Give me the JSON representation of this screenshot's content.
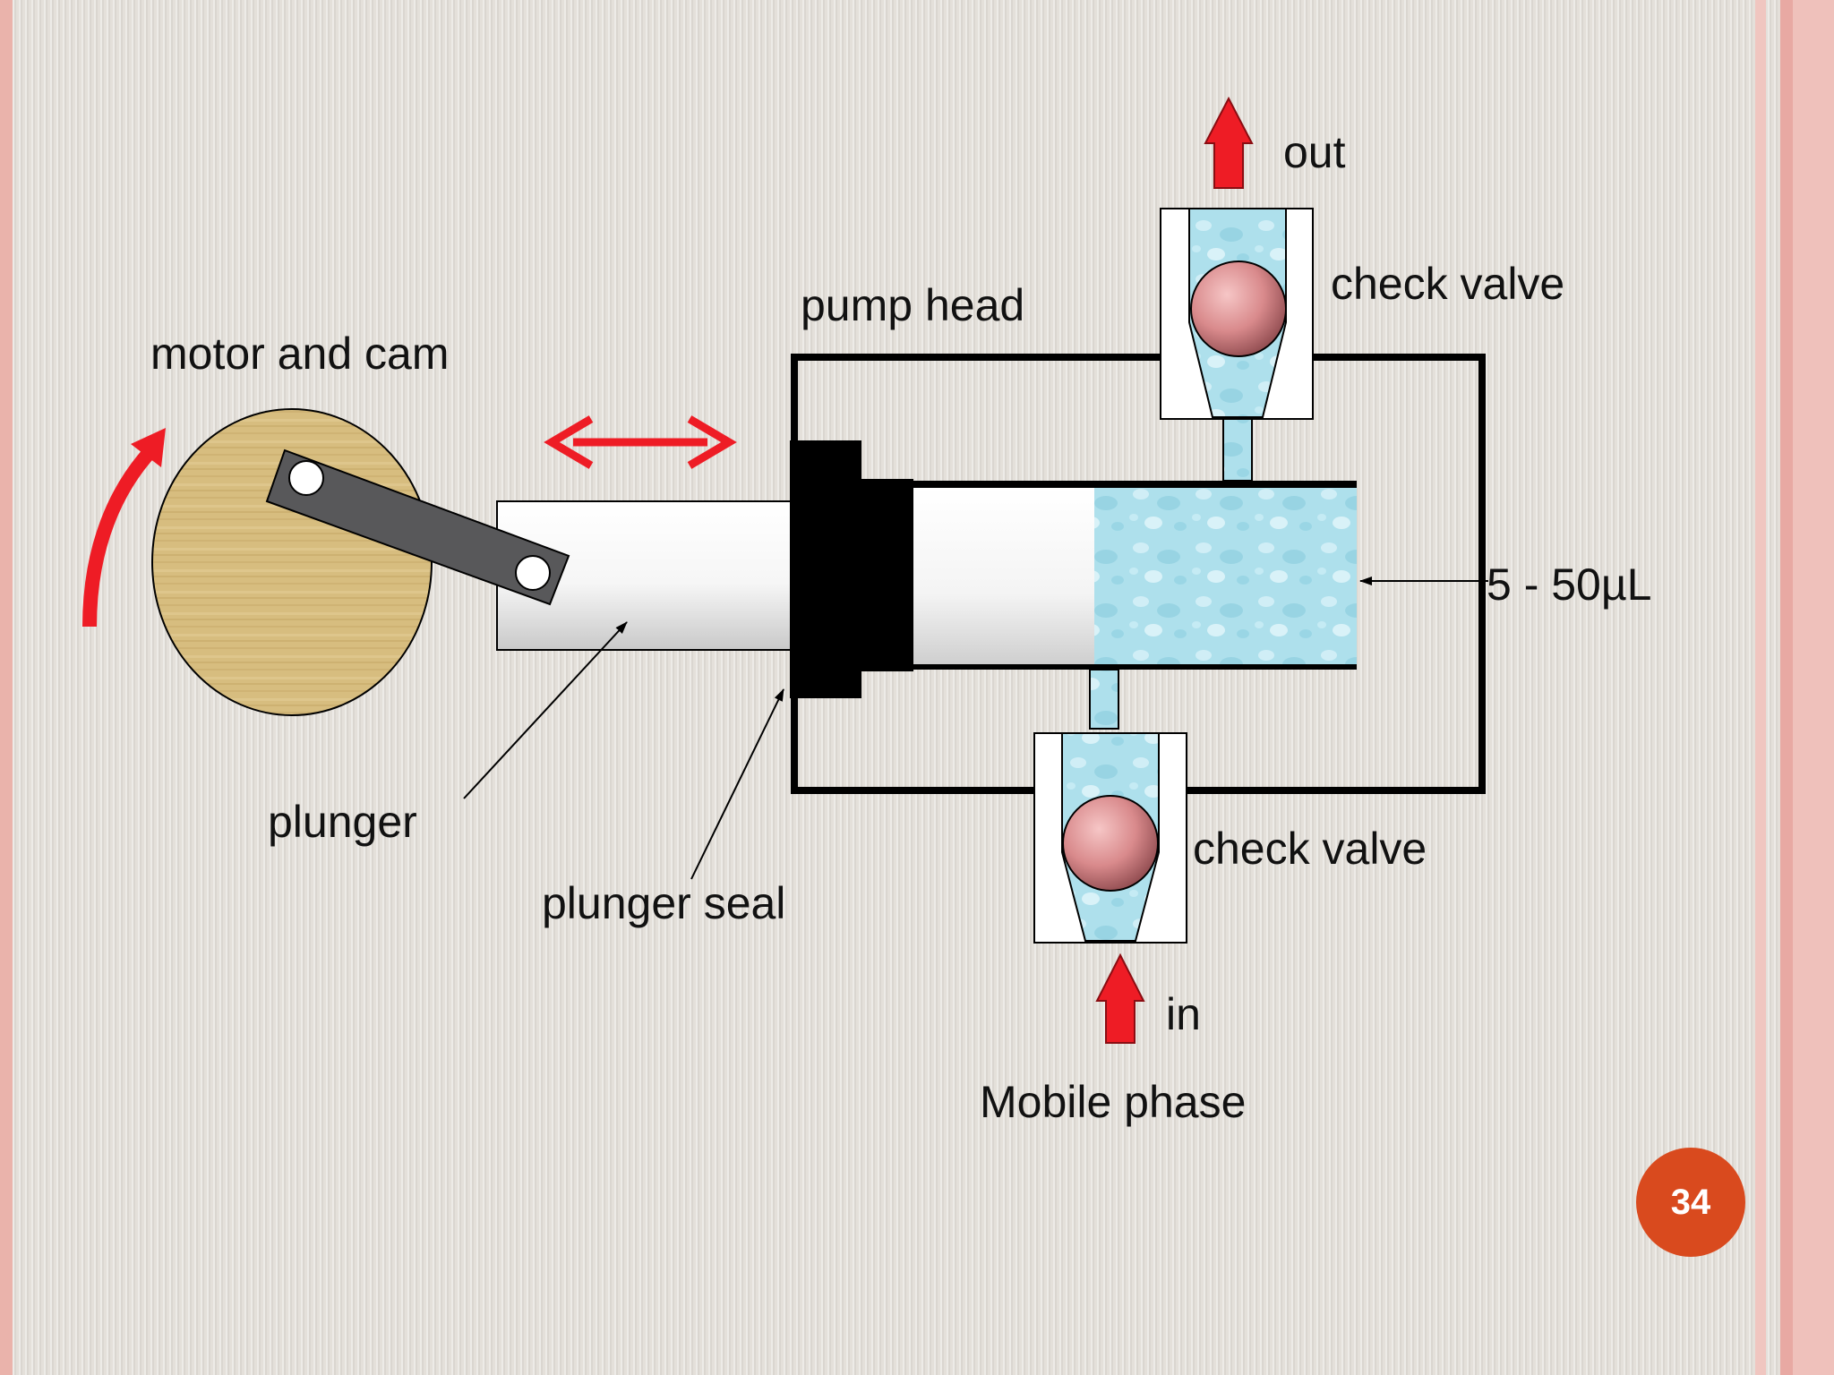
{
  "labels": {
    "motor_and_cam": "motor and cam",
    "pump_head": "pump head",
    "out": "out",
    "check_valve_top": "check valve",
    "check_valve_bottom": "check valve",
    "volume": "5 - 50µL",
    "plunger": "plunger",
    "plunger_seal": "plunger seal",
    "in": "in",
    "mobile_phase": "Mobile phase"
  },
  "page_number": "34",
  "colors": {
    "arrow_red": "#ee1c25",
    "liquid_blue": "#aee0ec",
    "check_ball": "#d98a8c",
    "cam_wood": "#d7bd7f",
    "connecting_rod": "#58585a",
    "page_badge": "#d94a1e",
    "border_stripe": "#e8a9a3"
  }
}
